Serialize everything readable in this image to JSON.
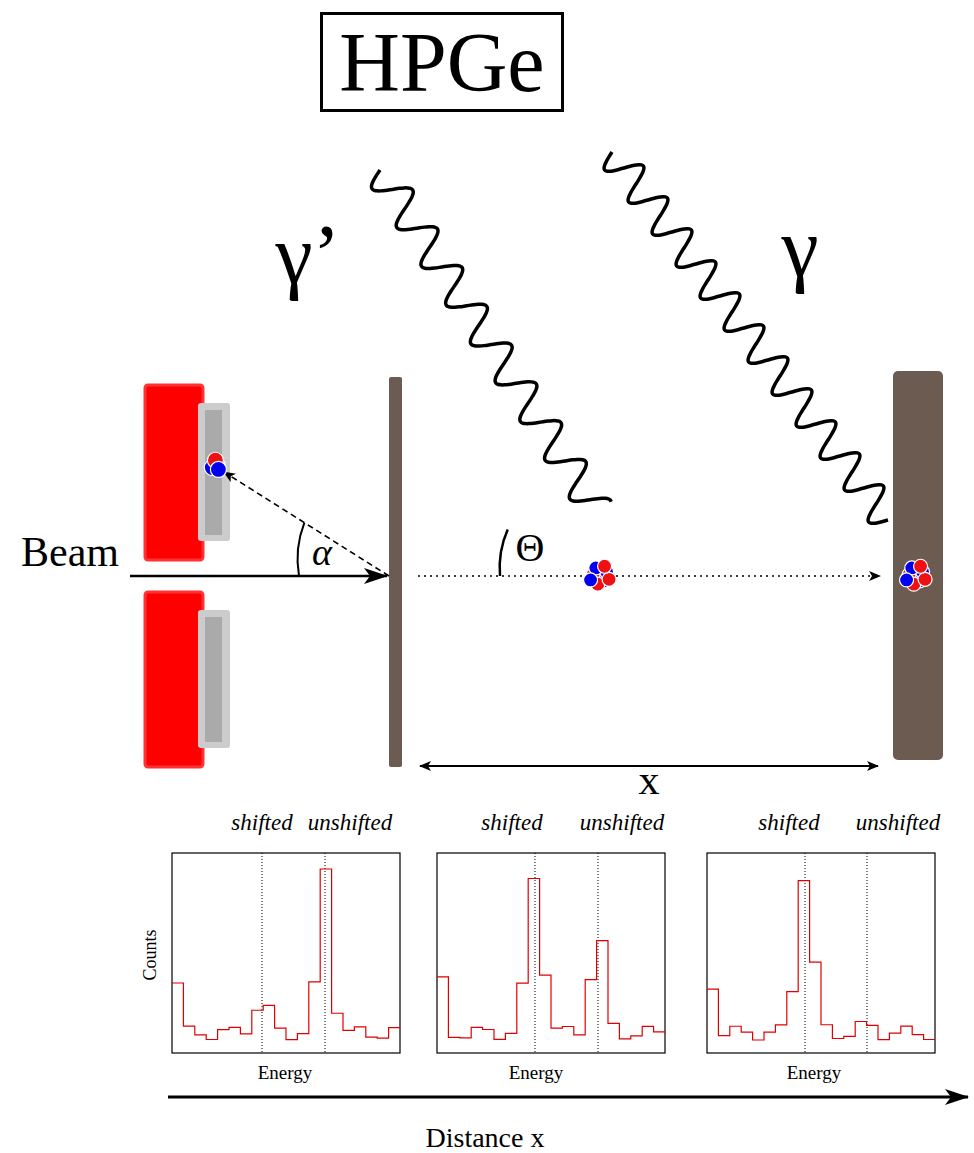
{
  "diagram": {
    "nodes": [
      {
        "text": [
          "HPGe"
        ]
      }
    ],
    "labels": [
      "γ’",
      "γ",
      "Beam",
      "α",
      "Θ",
      "x",
      "shifted",
      "unshifted",
      "shifted",
      "unshifted",
      "shifted",
      "unshifted",
      "Counts",
      "Energy",
      "Energy",
      "Energy",
      "Distance x"
    ]
  }
}
